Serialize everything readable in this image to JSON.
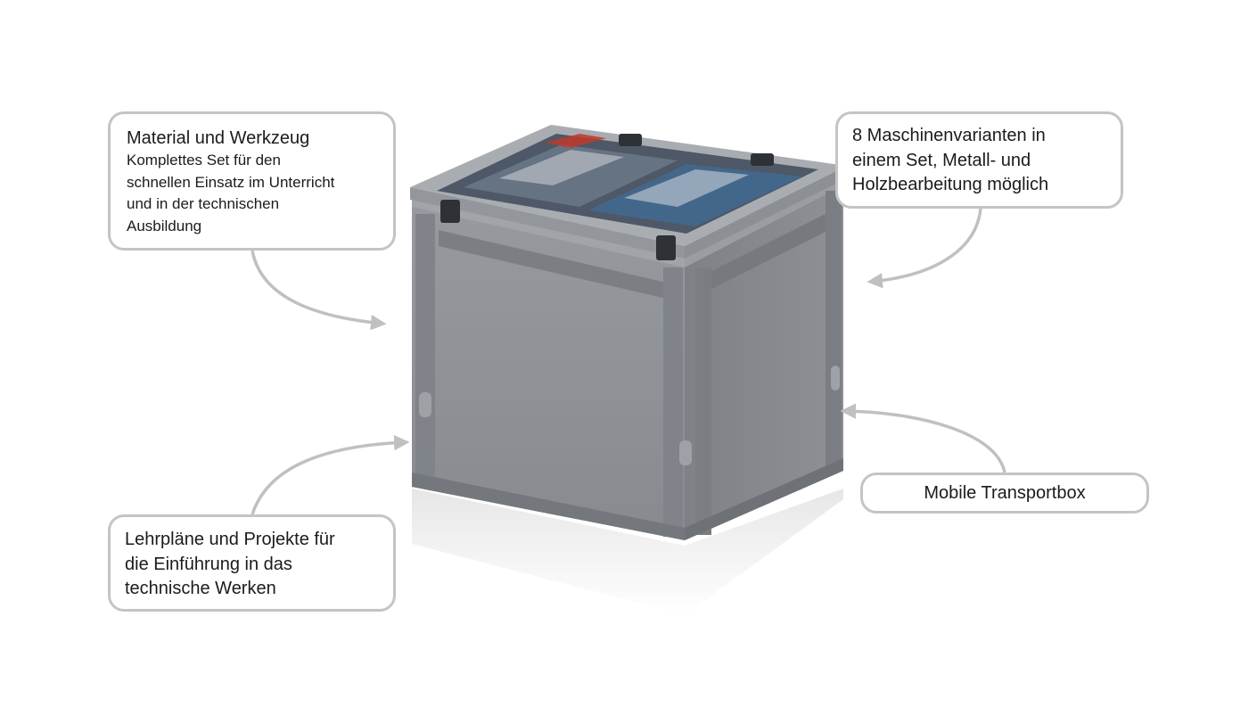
{
  "callouts": {
    "material": {
      "title": "Material und Werkzeug",
      "lines": [
        "Komplettes Set für den",
        "schnellen Einsatz im Unterricht",
        "und in der technischen",
        "Ausbildung"
      ]
    },
    "machines": {
      "lines": [
        "8 Maschinenvarianten in",
        "einem Set, Metall- und",
        "Holzbearbeitung möglich"
      ]
    },
    "curriculum": {
      "lines": [
        "Lehrpläne und Projekte für",
        "die Einführung in das",
        "technische Werken"
      ]
    },
    "transport": {
      "label": "Mobile Transportbox"
    }
  },
  "colors": {
    "callout_border": "#c4c4c4",
    "arrow": "#c0c0c0",
    "box_gray": "#8e9296",
    "box_dark": "#6f7377",
    "box_light": "#a4a8ac"
  }
}
